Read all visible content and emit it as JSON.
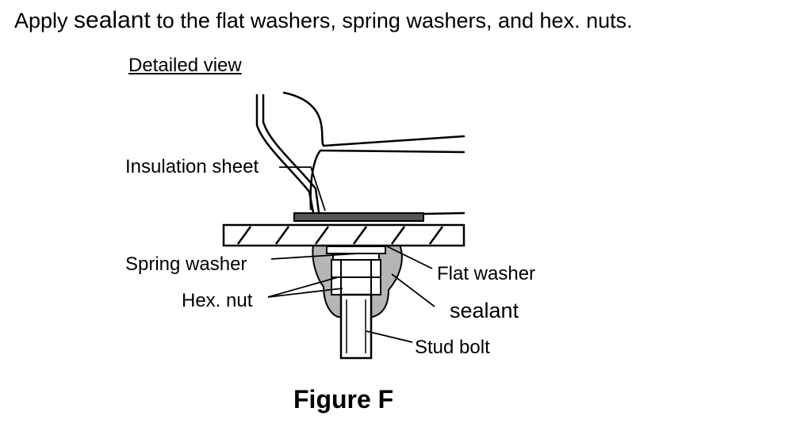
{
  "instruction": {
    "prefix": "Apply ",
    "keyword": "sealant",
    "suffix": " to the flat washers, spring washers, and hex. nuts."
  },
  "detail_title": "Detailed view",
  "labels": {
    "insulation_sheet": "Insulation sheet",
    "spring_washer": "Spring washer",
    "hex_nut": "Hex. nut",
    "flat_washer": "Flat washer",
    "sealant": "sealant",
    "stud_bolt": "Stud bolt"
  },
  "caption": "Figure F",
  "colors": {
    "sealant": "#b5b5b5",
    "insulation": "#555555",
    "line": "#000000"
  }
}
